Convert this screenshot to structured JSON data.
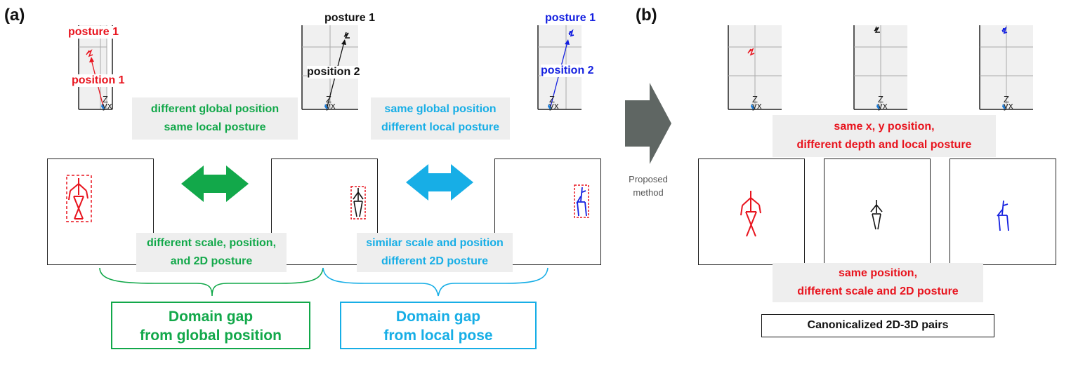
{
  "panel_a": {
    "letter": "(a)",
    "plots": [
      {
        "posture": "posture 1",
        "position": "position 1",
        "color": "#e8141e"
      },
      {
        "posture": "posture 1",
        "position": "position 2",
        "color": "#111111"
      },
      {
        "posture": "posture 1",
        "position": "position 2",
        "color": "#1420e0"
      }
    ],
    "axis_labels": {
      "z": "Z",
      "y": "y",
      "x": "x"
    },
    "caption_left_top": [
      "different global position",
      "same local posture"
    ],
    "caption_right_top": [
      "same global position",
      "different local posture"
    ],
    "caption_left_bottom": [
      "different scale, position,",
      "and 2D posture"
    ],
    "caption_right_bottom": [
      "similar scale and position",
      "different 2D posture"
    ],
    "domain_gap_left": [
      "Domain gap",
      "from global position"
    ],
    "domain_gap_right": [
      "Domain gap",
      "from local pose"
    ]
  },
  "arrow_label": [
    "Proposed",
    "method"
  ],
  "panel_b": {
    "letter": "(b)",
    "caption_top": [
      "same x, y position,",
      "different depth and local posture"
    ],
    "caption_bottom": [
      "same position,",
      "different scale and 2D posture"
    ],
    "result_box": "Canonicalized 2D-3D pairs"
  },
  "colors": {
    "red": "#e8141e",
    "black": "#111111",
    "blue": "#1420e0",
    "green": "#12a84a",
    "cyan": "#17aee6",
    "gray_arrow": "#5f6663",
    "caption_bg": "#eeeeee"
  }
}
